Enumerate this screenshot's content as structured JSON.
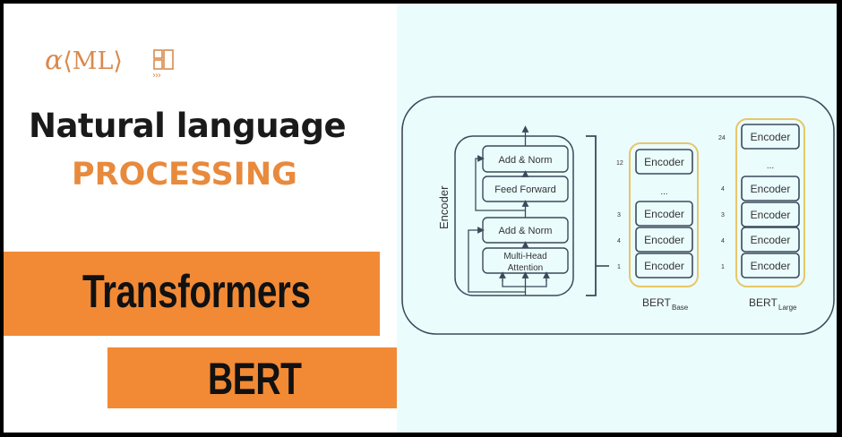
{
  "logo": {
    "alpha": "α",
    "text": "⟨ML⟩",
    "chevrons": "›››"
  },
  "headline": {
    "line1": "Natural language",
    "line2": "PROCESSING"
  },
  "banners": {
    "primary": "Transformers",
    "secondary": "BERT"
  },
  "colors": {
    "orange": "#f28a35",
    "orange_text": "#e88a3d",
    "panel_bg": "#ebfcfd",
    "stroke": "#3b4a5a",
    "bert_frame": "#e6c76a"
  },
  "diagram": {
    "encoder_label": "Encoder",
    "encoder_block": {
      "layers": [
        "Add & Norm",
        "Feed Forward",
        "Add & Norm",
        "Multi-Head",
        "Attention"
      ]
    },
    "bert_base": {
      "title": "BERT",
      "subscript": "Base",
      "layers": [
        {
          "index": "12",
          "label": "Encoder"
        },
        {
          "index": "",
          "label": "..."
        },
        {
          "index": "3",
          "label": "Encoder"
        },
        {
          "index": "4",
          "label": "Encoder"
        },
        {
          "index": "1",
          "label": "Encoder"
        }
      ]
    },
    "bert_large": {
      "title": "BERT",
      "subscript": "Large",
      "layers": [
        {
          "index": "24",
          "label": "Encoder"
        },
        {
          "index": "",
          "label": "..."
        },
        {
          "index": "4",
          "label": "Encoder"
        },
        {
          "index": "3",
          "label": "Encoder"
        },
        {
          "index": "4",
          "label": "Encoder"
        },
        {
          "index": "1",
          "label": "Encoder"
        }
      ]
    }
  }
}
